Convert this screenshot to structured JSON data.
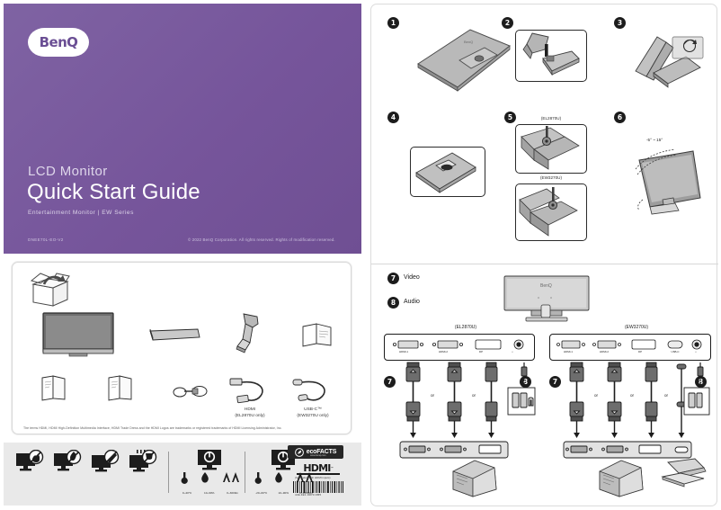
{
  "document": {
    "brand": "BenQ",
    "cover_subtitle": "LCD Monitor",
    "cover_title": "Quick Start Guide",
    "series_line": "Entertainment Monitor  |  EW Series",
    "doc_id": "DNEE70L-EO-V2",
    "copyright": "© 2022 BenQ Corporation. All rights reserved. Rights of modification reserved.",
    "accent_purple": "#76559b",
    "panel_gray": "#e9e9e9"
  },
  "accessories": {
    "unbox_icon": "open-box-icon",
    "items": [
      {
        "name": "monitor-panel",
        "label": ""
      },
      {
        "name": "monitor-base",
        "label": ""
      },
      {
        "name": "monitor-stand-arm",
        "label": ""
      },
      {
        "name": "quick-start-guide-booklet",
        "label": ""
      },
      {
        "name": "regulatory-booklet-1",
        "label": ""
      },
      {
        "name": "regulatory-booklet-2",
        "label": ""
      },
      {
        "name": "power-cord",
        "label": ""
      },
      {
        "name": "hdmi-cable",
        "label": "HDMI",
        "sub": "(EL2870U only)"
      },
      {
        "name": "usb-c-cable",
        "label": "USB-C™",
        "sub": "(EW3270U only)"
      }
    ],
    "footnote": "The terms HDMI, HDMI High-Definition Multimedia Interface, HDMI Trade Dress and the HDMI Logos are trademarks or registered trademarks of HDMI Licensing Administrator, Inc."
  },
  "bottom_strip": {
    "warnings": [
      {
        "name": "no-wet-hands-icon"
      },
      {
        "name": "no-fire-icon"
      },
      {
        "name": "no-sharp-object-icon"
      },
      {
        "name": "no-liquid-icon"
      }
    ],
    "operating": {
      "caption": "operating-conditions",
      "temperature": "0~40°C",
      "humidity": "10~90%",
      "altitude": "0~3000m"
    },
    "storage": {
      "caption": "storage-conditions",
      "temperature": "-20~60°C",
      "humidity": "10~90%",
      "altitude": "0~12000m"
    },
    "eco_label": "ecoFACTS",
    "eco_sub": "www.benq.com",
    "hdmi_label": "HDMI",
    "hdmi_tm": "™",
    "hdmi_note": "(for models with HDMI inputs)",
    "barcode_number": "4JE.4E1.00P0.OB5"
  },
  "assembly": {
    "steps": [
      {
        "num": "1",
        "label": ""
      },
      {
        "num": "2",
        "label": ""
      },
      {
        "num": "3",
        "label": ""
      },
      {
        "num": "4",
        "label": ""
      },
      {
        "num": "5",
        "label": "",
        "variant_a": "(EL2870U)",
        "variant_b": "(EW3270U)"
      },
      {
        "num": "6",
        "label": "",
        "tilt": "-5° ~ 15°"
      }
    ]
  },
  "connections": {
    "video": {
      "num": "7",
      "label": "Video"
    },
    "audio": {
      "num": "8",
      "label": "Audio"
    },
    "or_label": "or",
    "models": [
      {
        "name": "EL2870U",
        "caption": "(EL2870U)",
        "ports": [
          "HDMI-1",
          "HDMI-2",
          "DP",
          "⌂"
        ]
      },
      {
        "name": "EW3270U",
        "caption": "(EW3270U)",
        "ports": [
          "HDMI-1",
          "HDMI-2",
          "DP",
          "USB-C",
          "⌂"
        ]
      }
    ]
  }
}
